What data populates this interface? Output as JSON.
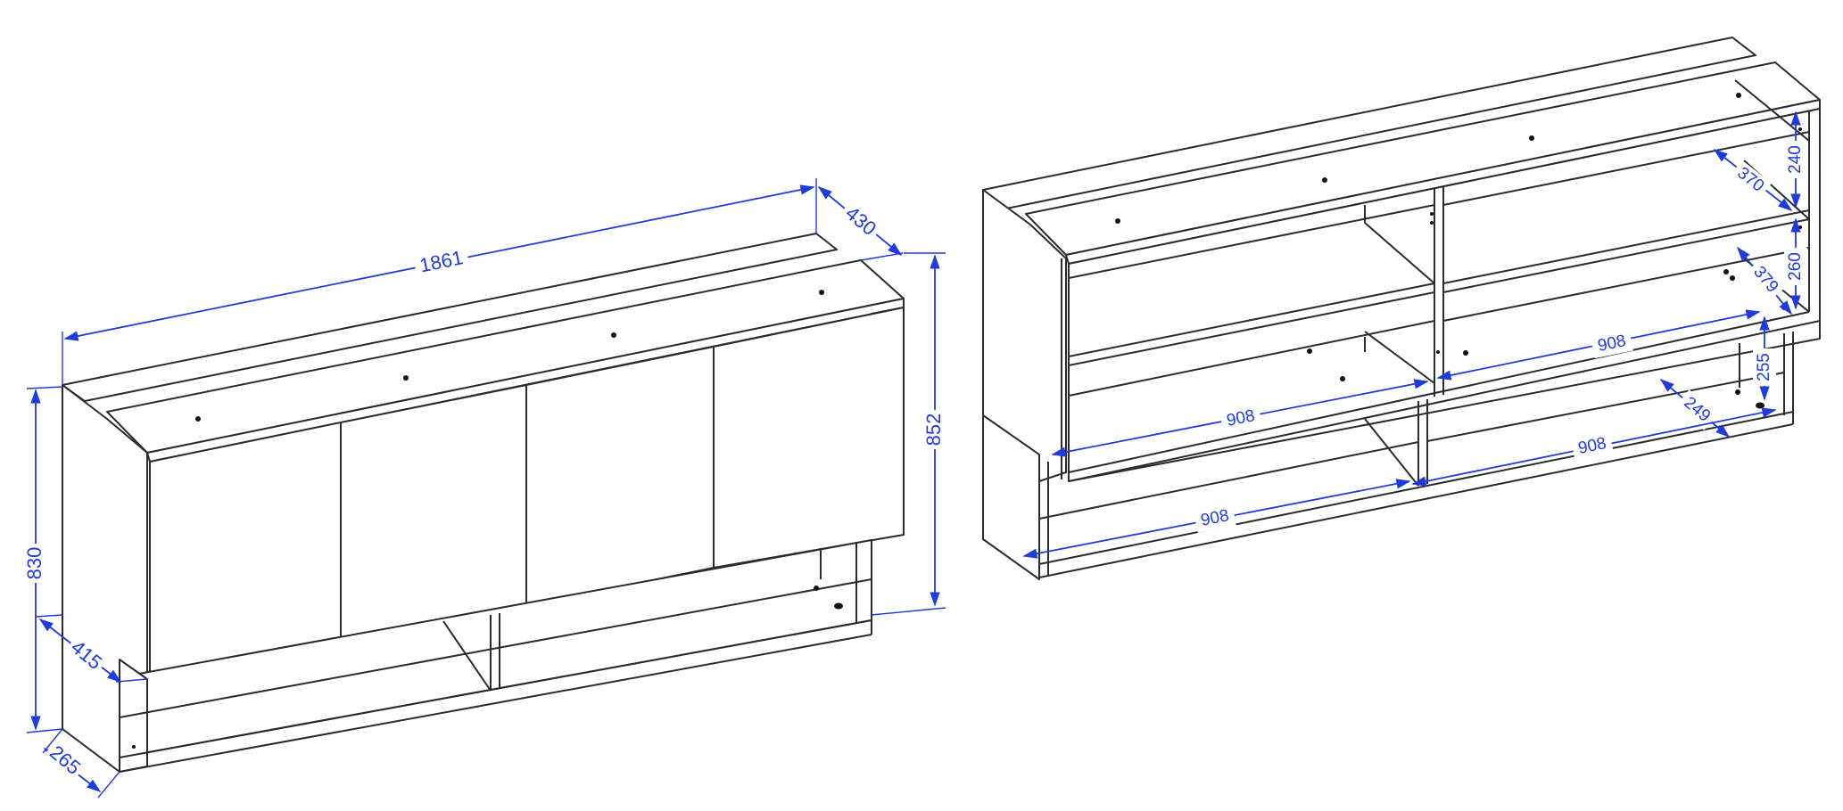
{
  "colors": {
    "outline": "#2b2b2b",
    "dimension": "#1f3bd9",
    "background": "#ffffff"
  },
  "left_view": {
    "dimensions": {
      "width": "1861",
      "depth_top": "430",
      "height_total": "852",
      "height_body": "830",
      "depth_body": "415",
      "depth_base": "265"
    }
  },
  "right_view": {
    "dimensions": {
      "shelf_height_upper": "240",
      "shelf_depth_upper": "370",
      "shelf_height_middle": "260",
      "shelf_depth_middle": "379",
      "shelf_height_lower": "255",
      "shelf_depth_lower": "249",
      "compartment_width_upper_right": "908",
      "compartment_width_upper_left": "908",
      "compartment_width_lower_right": "908",
      "compartment_width_lower_left": "908"
    }
  }
}
